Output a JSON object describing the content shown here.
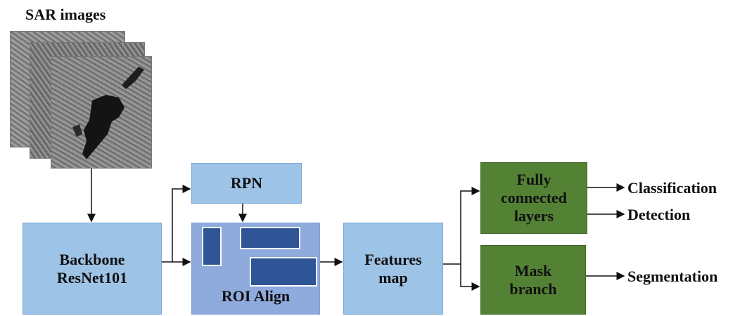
{
  "title": "SAR images",
  "boxes": {
    "backbone": "Backbone\nResNet101",
    "rpn": "RPN",
    "roi_align": "ROI Align",
    "features": "Features\nmap",
    "fc": "Fully\nconnected\nlayers",
    "mask": "Mask\nbranch"
  },
  "outputs": {
    "classification": "Classification",
    "detection": "Detection",
    "segmentation": "Segmentation"
  },
  "colors": {
    "light_blue": "#9dc3e6",
    "roi_blue": "#8faadc",
    "dark_blue": "#2f5597",
    "green": "#548235"
  }
}
